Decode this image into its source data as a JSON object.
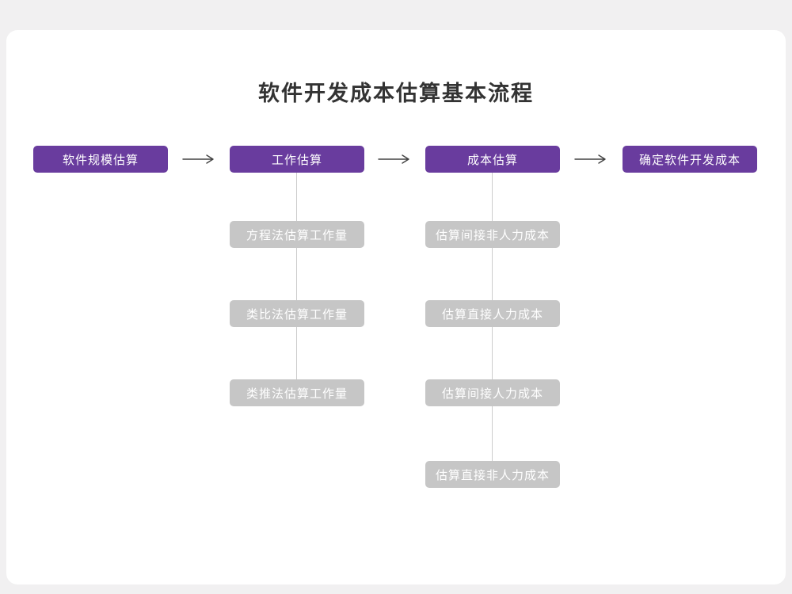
{
  "title": "软件开发成本估算基本流程",
  "flow_steps": [
    "软件规模估算",
    "工作估算",
    "成本估算",
    "确定软件开发成本"
  ],
  "work_substeps": [
    "方程法估算工作量",
    "类比法估算工作量",
    "类推法估算工作量"
  ],
  "cost_substeps": [
    "估算间接非人力成本",
    "估算直接人力成本",
    "估算间接人力成本",
    "估算直接非人力成本"
  ],
  "colors": {
    "primary": "#693c9e",
    "sub_box": "#c6c6c6",
    "box_text": "#ffffff",
    "arrow": "#424242",
    "connector": "#cccccc",
    "page_bg": "#f1f0f1",
    "card_bg": "#ffffff",
    "title_text": "#333333"
  }
}
